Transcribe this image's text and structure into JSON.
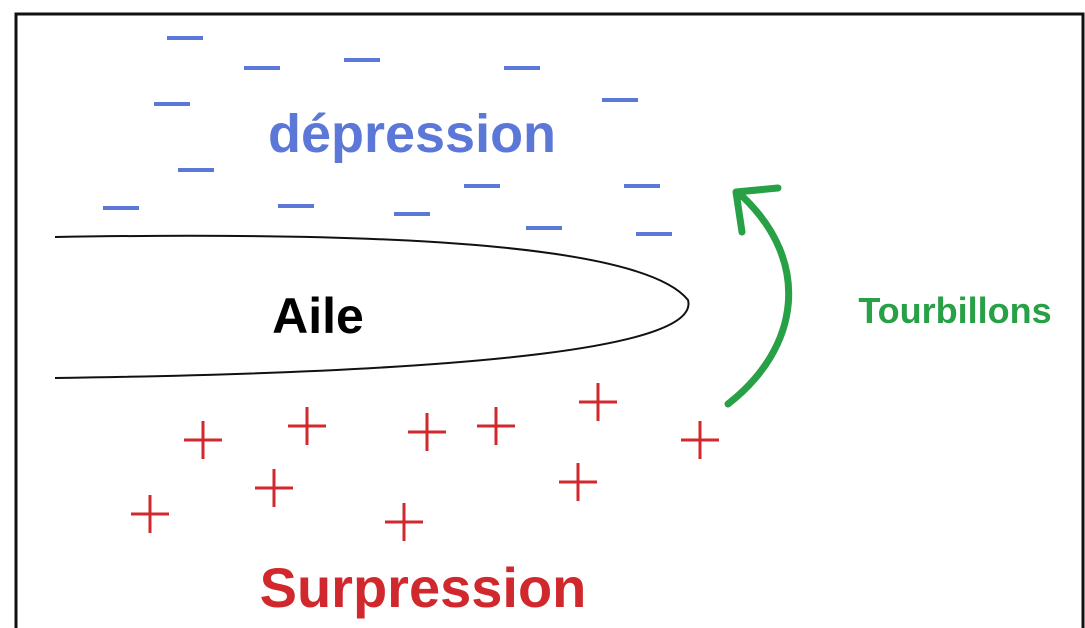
{
  "labels": {
    "low_pressure": "dépression",
    "wing": "Aile",
    "vortices": "Tourbillons",
    "high_pressure": "Surpression"
  },
  "colors": {
    "low_pressure": "#5b78d9",
    "high_pressure": "#d0282c",
    "vortices": "#27a046",
    "wing_outline": "#111111",
    "text": "#000000",
    "frame": "#111111"
  },
  "icons": {
    "minus": "minus-sign-icon",
    "plus": "plus-sign-icon",
    "arrow": "curved-arrow-icon"
  }
}
